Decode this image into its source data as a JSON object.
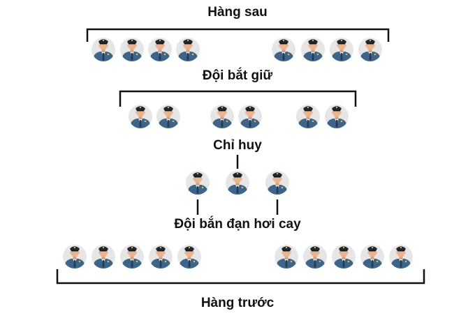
{
  "labels": {
    "rear_row": "Hàng sau",
    "arrest_team": "Đội bắt giữ",
    "commander": "Chỉ huy",
    "tear_gas_team": "Đội bắn đạn hơi cay",
    "front_row": "Hàng trước"
  },
  "groups": [
    {
      "id": "rear-row",
      "count": 8
    },
    {
      "id": "arrest-team",
      "count": 6
    },
    {
      "id": "commander-group",
      "count": 3
    },
    {
      "id": "front-row",
      "count": 10
    }
  ],
  "icon": "police-officer-icon",
  "colors": {
    "circle_bg": "#e6e6e6",
    "uniform": "#3d6489",
    "uniform_dark": "#233a52",
    "cap": "#1e2630",
    "skin": "#e9b48f",
    "hair": "#2b2118",
    "line": "#111111"
  }
}
